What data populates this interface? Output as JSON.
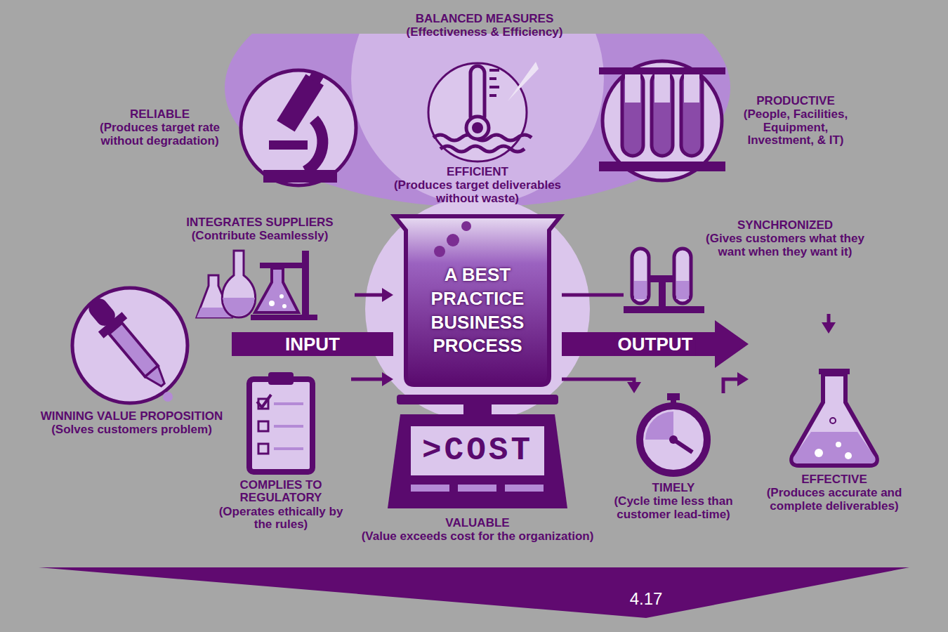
{
  "diagram": {
    "nodes": [
      {
        "text": [
          "RELIABLE",
          "(Produces target rate without degradation)"
        ]
      },
      {
        "text": [
          "EFFICIENT",
          "(Produces target deliverables without waste)"
        ]
      },
      {
        "text": [
          "PRODUCTIVE",
          "(People, Facilities, Equipment, Investment, & IT)"
        ]
      },
      {
        "text": [
          "INTEGRATES SUPPLIERS",
          "(Contribute Seamlessly)"
        ]
      },
      {
        "text": [
          "WINNING VALUE PROPOSITION",
          "(Solves customers problem)"
        ]
      },
      {
        "text": [
          "COMPLIES TO REGULATORY",
          "(Operates ethically by the rules)"
        ]
      },
      {
        "text": [
          "A BEST PRACTICE BUSINESS PROCESS"
        ]
      },
      {
        "text": [
          ">COST",
          "VALUABLE",
          "(Value exceeds cost for the organization)"
        ]
      },
      {
        "text": [
          "SYNCHRONIZED",
          "(Gives customers what they want when they want it)"
        ]
      },
      {
        "text": [
          "TIMELY",
          "(Cycle time less than customer lead-time)"
        ]
      },
      {
        "text": [
          "EFFECTIVE",
          "(Produces accurate and complete deliverables)"
        ]
      }
    ],
    "edges": [
      {
        "from": 4,
        "to": 6,
        "label": "INPUT",
        "arrow": "none"
      },
      {
        "from": 3,
        "to": 6,
        "arrow": "to"
      },
      {
        "from": 5,
        "to": 6,
        "arrow": "to"
      },
      {
        "from": 6,
        "to": 10,
        "label": "OUTPUT",
        "arrow": "to"
      },
      {
        "from": 6,
        "to": 8,
        "arrow": "none"
      },
      {
        "from": 8,
        "to": 10,
        "arrow": "to"
      },
      {
        "from": 6,
        "to": 9,
        "arrow": "to"
      },
      {
        "from": 9,
        "to": 10,
        "arrow": "to"
      }
    ],
    "labels": [
      "BALANCED MEASURES",
      "(Effectiveness & Efficiency)",
      "4.17"
    ]
  }
}
